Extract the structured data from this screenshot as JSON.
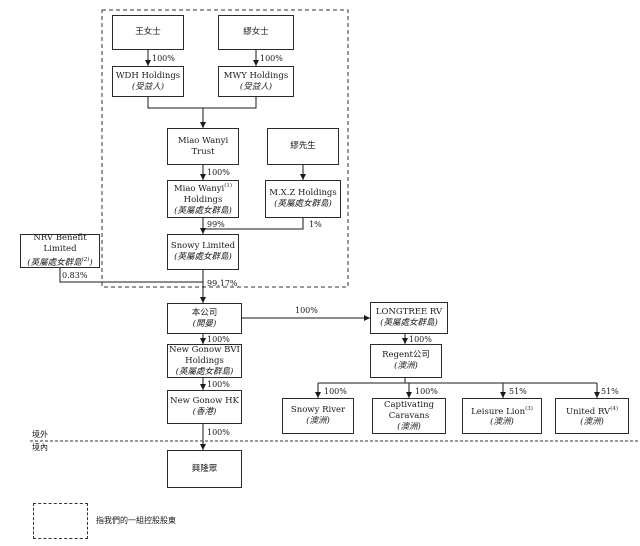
{
  "entities": {
    "ms_wang": {
      "name": "王女士"
    },
    "ms_miao": {
      "name": "繆女士"
    },
    "wdh": {
      "name": "WDH Holdings",
      "sub": "(受益人)"
    },
    "mwy": {
      "name": "MWY Holdings",
      "sub": "(受益人)"
    },
    "trust": {
      "name": "Miao Wanyi",
      "name2": "Trust"
    },
    "mr_miao": {
      "name": "繆先生"
    },
    "mw_holdings": {
      "name": "Miao Wanyi",
      "note": "(1)",
      "name2": "Holdings",
      "sub": "(英屬處女群島)"
    },
    "mxz": {
      "name": "M.X.Z Holdings",
      "sub": "(英屬處女群島)"
    },
    "nrv": {
      "name": "NRV Benefit",
      "name2": "Limited",
      "sub": "(英屬處女群島",
      "note": "(2)",
      "sub_end": ")"
    },
    "snowy_ltd": {
      "name": "Snowy Limited",
      "sub": "(英屬處女群島)"
    },
    "company": {
      "name": "本公司",
      "sub": "(開曼)"
    },
    "longtree": {
      "name": "LONGTREE RV",
      "sub": "(英屬處女群島)"
    },
    "gonow_bvi": {
      "name": "New Gonow BVI",
      "name2": "Holdings",
      "sub": "(英屬處女群島)"
    },
    "regent": {
      "name": "Regent公司",
      "sub": "(澳洲)"
    },
    "gonow_hk": {
      "name": "New Gonow HK",
      "sub": "(香港)"
    },
    "snowy_river": {
      "name": "Snowy River",
      "sub": "(澳洲)"
    },
    "captivating": {
      "name": "Captivating",
      "name2": "Caravans",
      "sub": "(澳洲)"
    },
    "leisure": {
      "name": "Leisure Lion",
      "note": "(3)",
      "sub": "(澳洲)"
    },
    "united": {
      "name": "United RV",
      "note": "(4)",
      "sub": "(澳洲)"
    },
    "xinglong": {
      "name": "興隆眾"
    }
  },
  "percentages": {
    "wang_wdh": "100%",
    "miao_mwy": "100%",
    "trust_holdings": "100%",
    "holdings_snowy": "99%",
    "mxz_snowy": "1%",
    "nrv_company": "0.83%",
    "snowy_company": "99.17%",
    "company_longtree": "100%",
    "company_bvi": "100%",
    "longtree_regent": "100%",
    "bvi_hk": "100%",
    "regent_snowy_river": "100%",
    "regent_captivating": "100%",
    "regent_leisure": "51%",
    "regent_united": "51%",
    "hk_xinglong": "100%"
  },
  "zones": {
    "offshore": "境外",
    "onshore": "境內"
  },
  "legend": {
    "text": "指我們的一組控股股東"
  }
}
